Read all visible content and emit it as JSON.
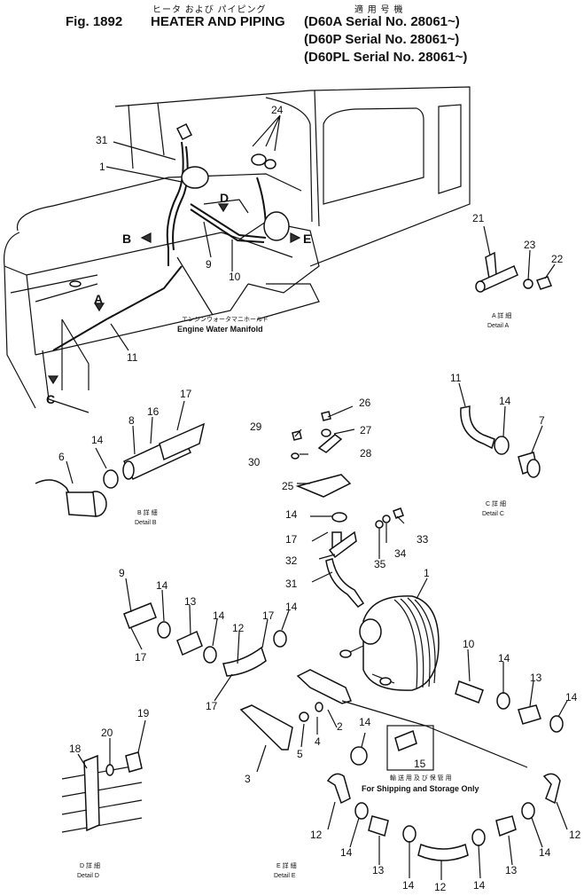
{
  "header": {
    "japanese_title": "ヒータ および パイピング",
    "applicability_jp": "適 用 号 機",
    "fig_label": "Fig. 1892",
    "title": "HEATER AND PIPING",
    "serials": [
      "(D60A   Serial No. 28061~)",
      "(D60P   Serial No. 28061~)",
      "(D60PL  Serial No. 28061~)"
    ]
  },
  "labels": {
    "manifold_jp": "エンジンウォータマニホールド",
    "manifold_en": "Engine Water Manifold",
    "shipping_jp": "輸 送 用 及 び 保 管 用",
    "shipping_en": "For Shipping and Storage Only",
    "detail_jp": "詳 細",
    "detail_a": "Detail A",
    "detail_b": "Detail B",
    "detail_c": "Detail C",
    "detail_d": "Detail D",
    "detail_e": "Detail E",
    "letter_a": "A",
    "letter_b": "B",
    "letter_c": "C",
    "letter_d": "D",
    "letter_e": "E",
    "detail_letter_a": "A",
    "detail_letter_b": "B",
    "detail_letter_c": "C",
    "detail_letter_d": "D",
    "detail_letter_e": "E"
  },
  "callouts": {
    "main_24": "24",
    "main_31": "31",
    "main_1": "1",
    "main_9": "9",
    "main_10": "10",
    "main_11": "11",
    "a_21": "21",
    "a_23": "23",
    "a_22": "22",
    "b_17": "17",
    "b_16": "16",
    "b_8": "8",
    "b_14": "14",
    "b_6": "6",
    "c_11": "11",
    "c_14": "14",
    "c_7": "7",
    "top_26": "26",
    "top_29": "29",
    "top_27": "27",
    "top_28": "28",
    "top_30": "30",
    "top_25": "25",
    "top_14": "14",
    "top_17": "17",
    "top_33": "33",
    "top_34": "34",
    "top_32": "32",
    "top_35": "35",
    "top_31": "31",
    "heater_1": "1",
    "l_9": "9",
    "l_14a": "14",
    "l_13": "13",
    "l_14b": "14",
    "l_17a": "17",
    "l_12": "12",
    "l_17b": "17",
    "l_14c": "14",
    "l_17c": "17",
    "br_2": "2",
    "br_4": "4",
    "br_5": "5",
    "br_3": "3",
    "r_10": "10",
    "r_14a": "14",
    "r_13": "13",
    "r_14b": "14",
    "s_14": "14",
    "s_15": "15",
    "d_19": "19",
    "d_20": "20",
    "d_18": "18",
    "e_12a": "12",
    "e_14a": "14",
    "e_13a": "13",
    "e_14b": "14",
    "e_12b": "12",
    "e_14c": "14",
    "e_13b": "13",
    "e_14d": "14",
    "e_12c": "12"
  }
}
